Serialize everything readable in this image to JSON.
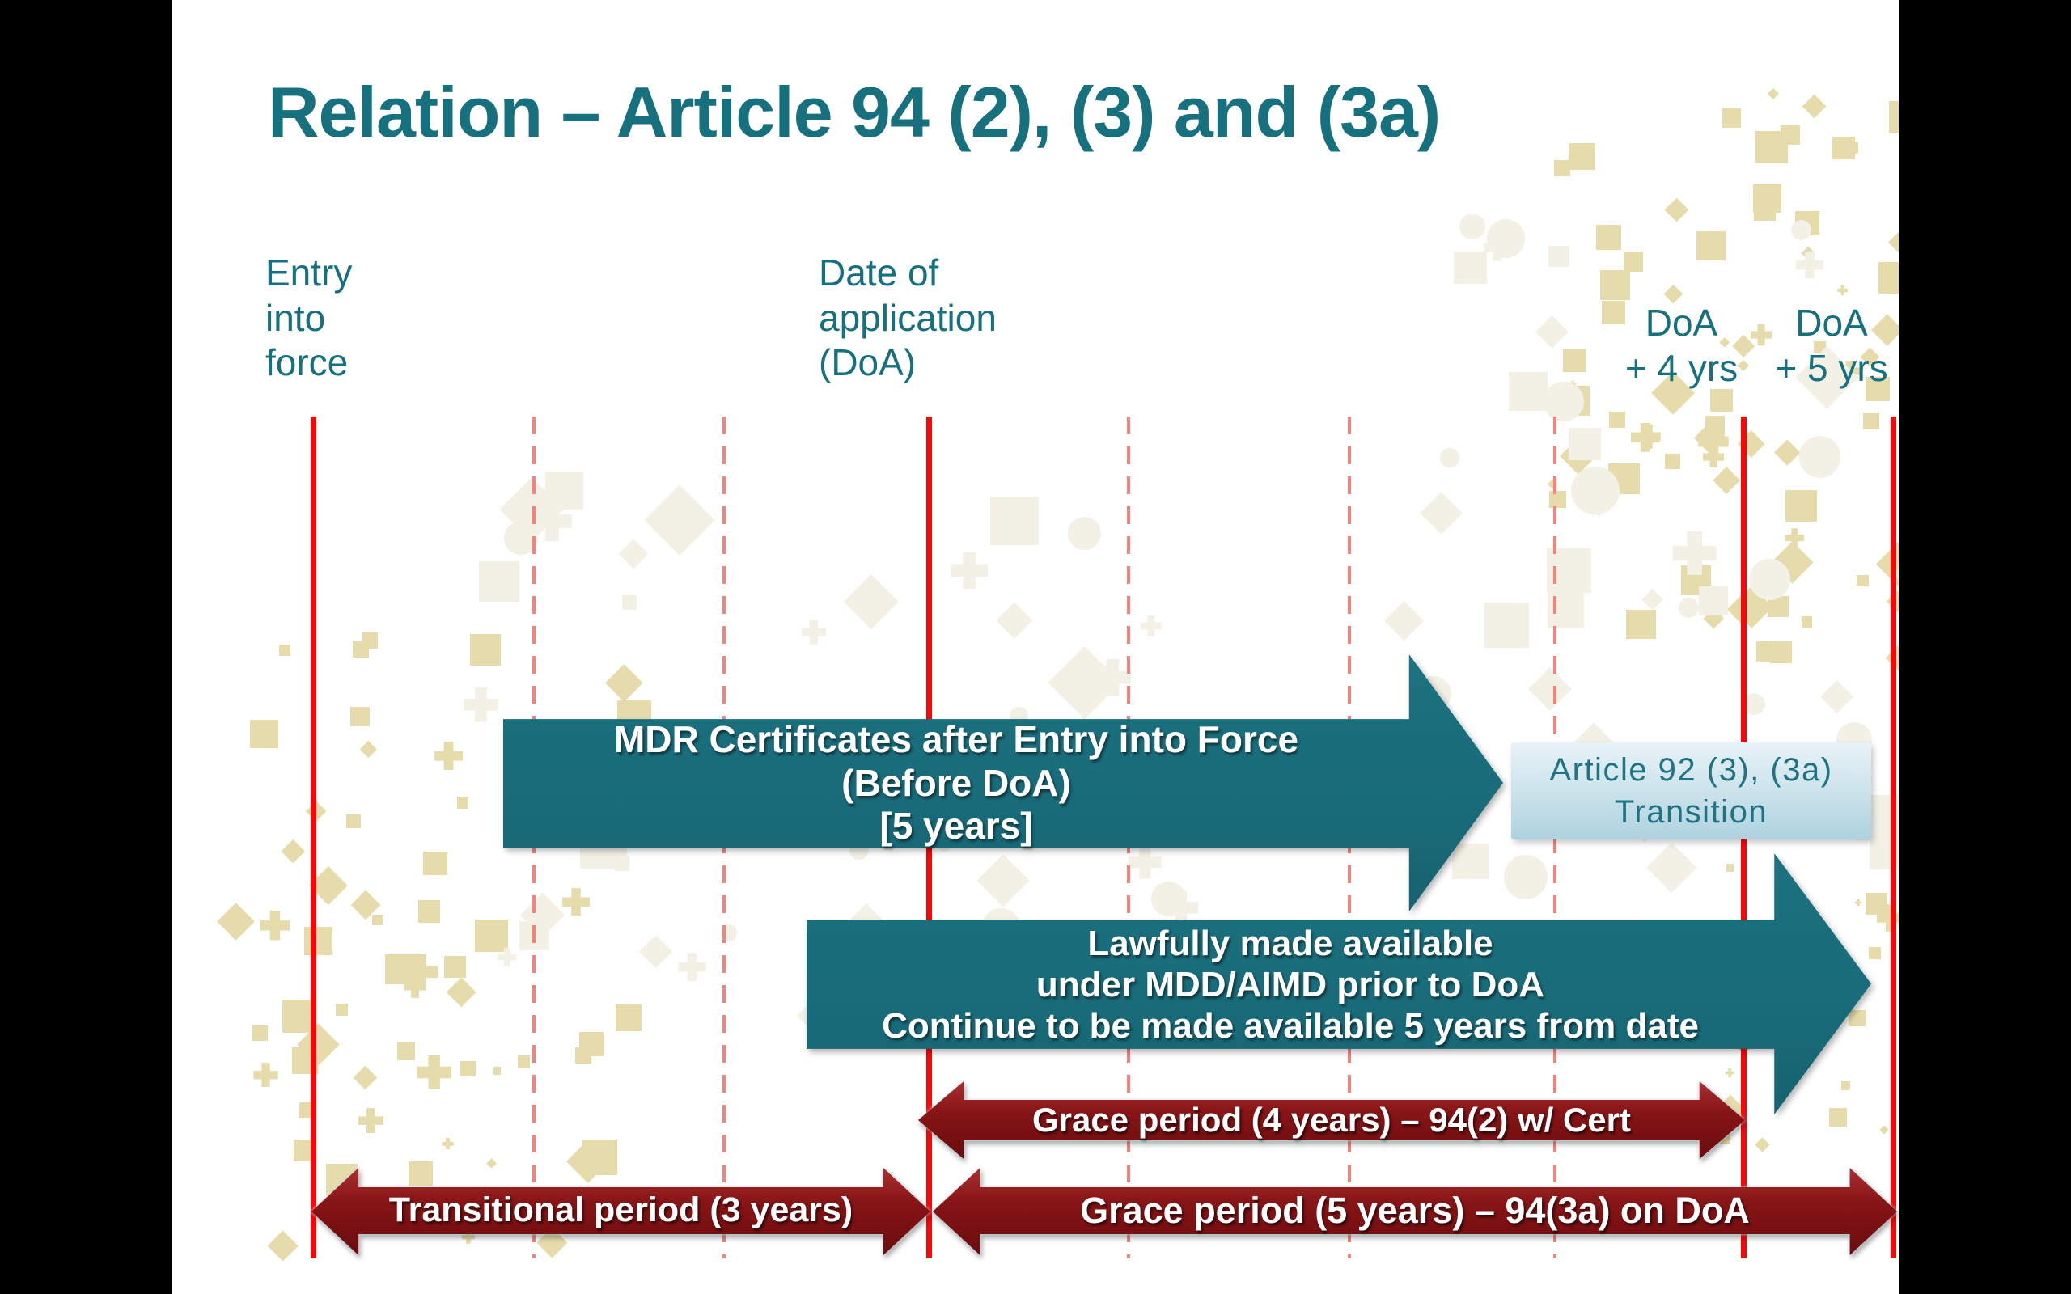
{
  "title": "Relation – Article 94 (2), (3) and (3a)",
  "milestones": {
    "entry": {
      "line1": "Entry",
      "line2": "into",
      "line3": "force"
    },
    "doa": {
      "line1": "Date of",
      "line2": "application",
      "line3": "(DoA)"
    },
    "doa_plus_4": {
      "line1": "DoA",
      "line2": "+ 4 yrs"
    },
    "doa_plus_5": {
      "line1": "DoA",
      "line2": "+ 5 yrs"
    }
  },
  "arrows": {
    "mdr_certificates": {
      "line1": "MDR Certificates after Entry into Force",
      "line2": "(Before DoA)",
      "line3": "[5 years]"
    },
    "lawfully_available": {
      "line1": "Lawfully made available",
      "line2": "under MDD/AIMD prior to DoA",
      "line3": "Continue to be made available 5 years from date"
    },
    "grace_4yr": "Grace period (4 years) – 94(2) w/ Cert",
    "transitional": "Transitional period (3 years)",
    "grace_5yr": "Grace period (5 years) – 94(3a) on DoA"
  },
  "callout": {
    "line1": "Article 92 (3), (3a)",
    "line2": "Transition"
  },
  "colors": {
    "title_teal": "#16707e",
    "arrow_teal": "#196b79",
    "arrow_maroon": "#7c1113",
    "timeline_red": "#f90606",
    "timeline_dash_red": "#f4837d",
    "callout_blue_top": "#e9f3f8",
    "callout_blue_bottom": "#aed2df",
    "decor_tan": "#e6dcab",
    "decor_faint": "#f3f0e6"
  }
}
